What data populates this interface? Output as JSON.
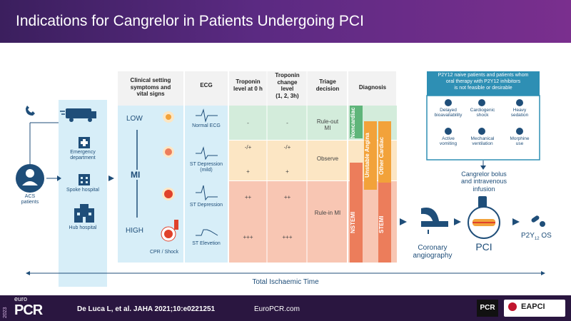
{
  "title": "Indications for Cangrelor in Patients Undergoing PCI",
  "left": {
    "patients_label": "ACS\npatients",
    "emergency": "Emergency\ndepartment",
    "spoke": "Spoke hospital",
    "hub": "Hub hospital"
  },
  "scale": {
    "low": "LOW",
    "mi": "MI",
    "high": "HIGH"
  },
  "table": {
    "headers": {
      "clinical": "Clinical setting\nsymptoms and\nvital signs",
      "ecg": "ECG",
      "trop0": "Troponin\nlevel at 0 h",
      "trop_change": "Troponin\nchange\nlevel\n(1, 2, 3h)",
      "triage": "Triage\ndecision",
      "diagnosis": "Diagnosis"
    },
    "ecg_labels": [
      "Normal ECG",
      "ST Depression\n(mild)",
      "ST Depression",
      "ST Elevetion"
    ],
    "clinical_last": "CPR / Shock",
    "trop0": [
      "-",
      "-/+",
      "+",
      "++",
      "+++"
    ],
    "trop_change": [
      "-",
      "-/+",
      "+",
      "++",
      "+++"
    ],
    "triage": [
      "Rule-out\nMI",
      "Observe",
      "Rule-in MI"
    ],
    "diagnosis": [
      "Noncardiac",
      "Unstable Angina",
      "Other Cardiac",
      "NSTEMI",
      "STEMI"
    ]
  },
  "p2y12_box": {
    "title": "P2Y12 naive patients and patients whom\noral therapy with P2Y12 inhibitors\nis not feasible or desirable",
    "items": [
      "Delayed\nbioavailability",
      "Cardiogenic\nshock",
      "Heavy\nsedation",
      "Active\nvomiting",
      "Mechanical\nventilation",
      "Morphine\nuse"
    ]
  },
  "right": {
    "bolus": "Cangrelor bolus\nand intravenous\ninfusion",
    "coronary": "Coronary\nangiography",
    "pci": "PCI",
    "p2y12_os_main": "P2Y",
    "p2y12_os_sub": "12",
    "p2y12_os_tail": " OS"
  },
  "time_label": "Total Ischaemic Time",
  "footer": {
    "year": "2023",
    "brand_top": "euro",
    "brand": "PCR",
    "citation": "De Luca L, et al. JAHA 2021;10:e0221251",
    "site": "EuroPCR.com",
    "logo_pcr": "PCR",
    "logo_eapci": "EAPCI"
  },
  "colors": {
    "title_gradient": [
      "#3b1f5e",
      "#7a2f8e"
    ],
    "light_blue": "#d7eef8",
    "green": "#d3ecdb",
    "yellow": "#fce6c4",
    "salmon": "#f8c6b3",
    "green_bar": "#5fb57a",
    "orange_bar": "#f2a23a",
    "red_bar": "#ec7d5b",
    "navy": "#1f4e79",
    "teal_box": "#2e8fb4"
  }
}
